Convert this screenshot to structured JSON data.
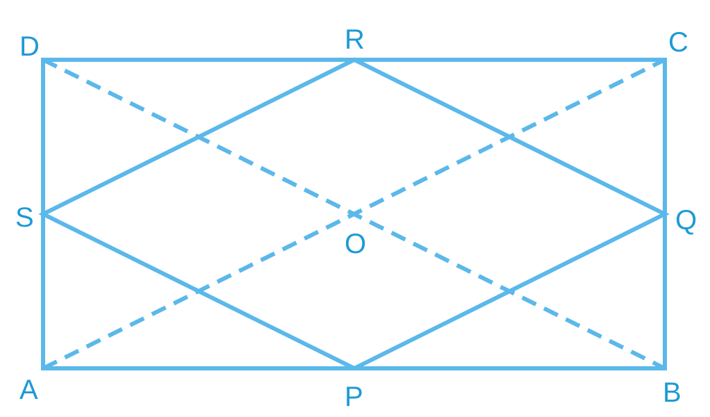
{
  "diagram": {
    "stroke_color": "#5BB8EA",
    "label_color": "#1E9AD6",
    "labels": {
      "A": "A",
      "B": "B",
      "C": "C",
      "D": "D",
      "P": "P",
      "Q": "Q",
      "R": "R",
      "S": "S",
      "O": "O"
    },
    "segments": {
      "rectangle": [
        "A",
        "B",
        "C",
        "D"
      ],
      "rhombus": [
        "P",
        "Q",
        "R",
        "S"
      ],
      "diagonals_dashed": [
        [
          "A",
          "C"
        ],
        [
          "B",
          "D"
        ]
      ]
    }
  }
}
